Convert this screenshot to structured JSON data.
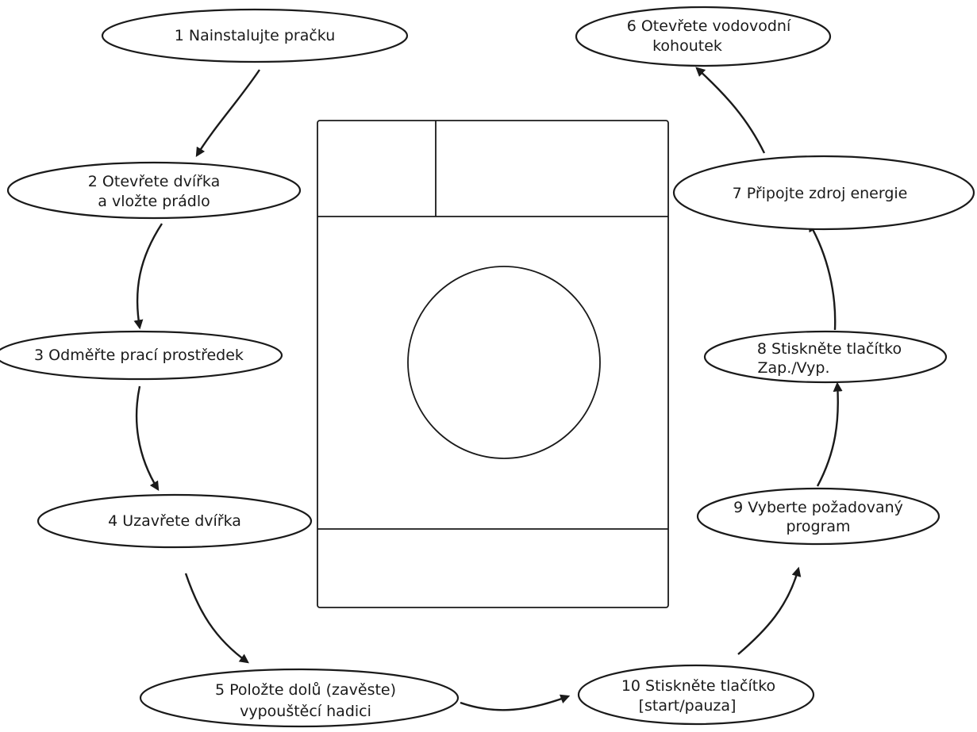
{
  "steps": [
    {
      "id": "step-1",
      "lines": [
        "1 Nainstalujte pračku"
      ]
    },
    {
      "id": "step-2",
      "lines": [
        "2 Otevřete dvířka",
        "a vložte prádlo"
      ]
    },
    {
      "id": "step-3",
      "lines": [
        "3 Odměřte prací prostředek"
      ]
    },
    {
      "id": "step-4",
      "lines": [
        "4 Uzavřete dvířka"
      ]
    },
    {
      "id": "step-5",
      "lines": [
        "5 Položte dolů (zavěste)",
        "vypouštěcí hadici"
      ]
    },
    {
      "id": "step-10",
      "lines": [
        "10 Stiskněte tlačítko",
        "[start/pauza]"
      ]
    },
    {
      "id": "step-9",
      "lines": [
        "9 Vyberte požadovaný",
        "program"
      ]
    },
    {
      "id": "step-8",
      "lines": [
        "8 Stiskněte tlačítko",
        "Zap./Vyp."
      ]
    },
    {
      "id": "step-7",
      "lines": [
        "7 Připojte zdroj energie"
      ]
    },
    {
      "id": "step-6",
      "lines": [
        "6 Otevřete vodovodní",
        "kohoutek"
      ]
    }
  ],
  "colors": {
    "ink": "#1a1a1a",
    "background": "#ffffff"
  }
}
